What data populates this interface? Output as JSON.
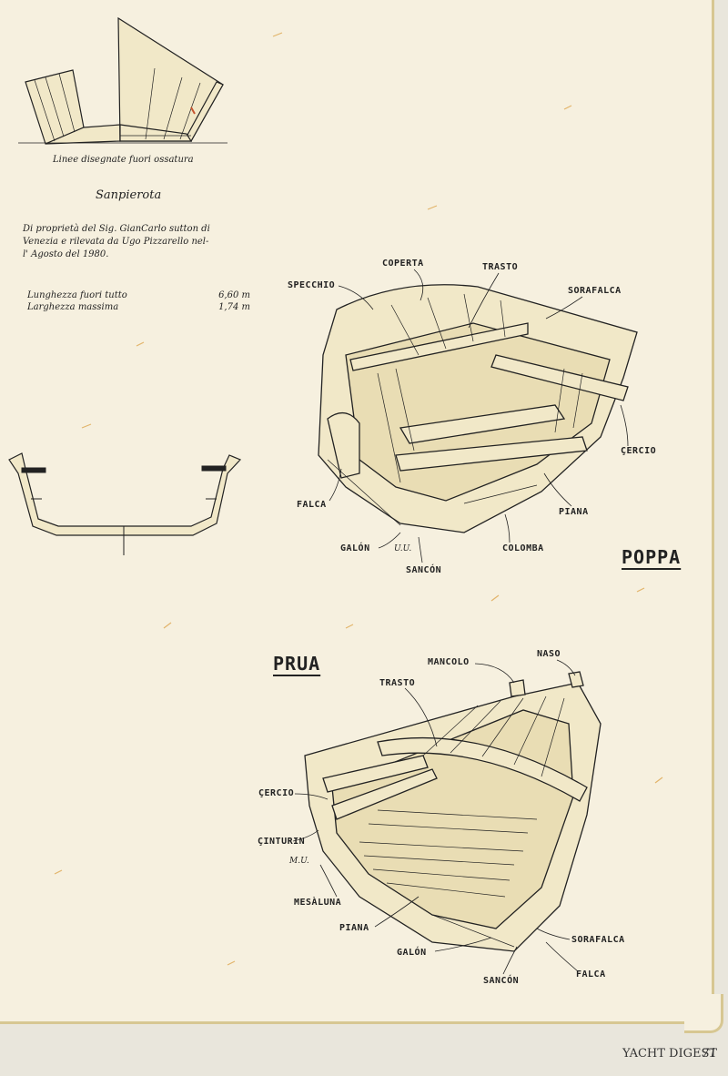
{
  "plan": {
    "caption": "Linee disegnate fuori ossatura",
    "title": "Sanpierota",
    "description_lines": [
      "Di proprietà del Sig. GianCarlo sutton di",
      "Venezia e rilevata da Ugo Pizzarello nel-",
      "l' Agosto del 1980."
    ],
    "dimensions": [
      {
        "label": "Lunghezza fuori tutto",
        "value": "6,60 m"
      },
      {
        "label": "Larghezza massima",
        "value": "1,74 m"
      }
    ],
    "signatures": [
      "U.U.",
      "M.U."
    ]
  },
  "poppa": {
    "heading": "POPPA",
    "labels": [
      "COPERTA",
      "TRASTO",
      "SPECCHIO",
      "SORAFALCA",
      "ÇERCIO",
      "FALCA",
      "PIANA",
      "GALÓN",
      "COLOMBA",
      "SANCÓN"
    ]
  },
  "prua": {
    "heading": "PRUA",
    "labels": [
      "MANCOLO",
      "NASO",
      "TRASTO",
      "ÇERCIO",
      "ÇINTURIN",
      "MESÀLUNA",
      "PIANA",
      "GALÓN",
      "SORAFALCA",
      "FALCA",
      "SANCÓN"
    ]
  },
  "footer": {
    "magazine": "YACHT DIGEST",
    "page_number": "71"
  },
  "colors": {
    "paper": "#f6f0df",
    "border": "#d7c792",
    "ink": "#222222",
    "hull_fill": "#f1e8c8"
  }
}
